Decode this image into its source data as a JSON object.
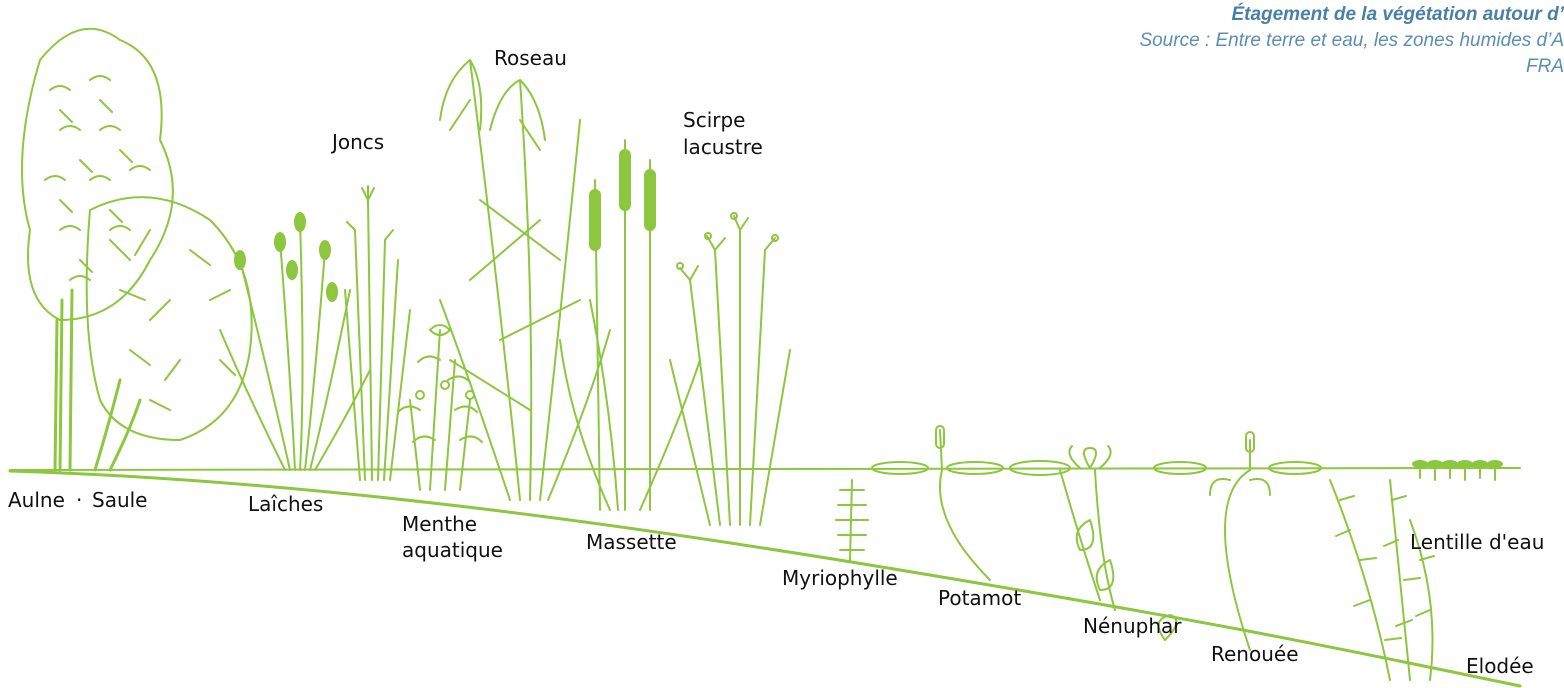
{
  "header": {
    "title": "Étagement de la végétation autour d’",
    "source": "Source : Entre terre et eau, les zones humides d’A",
    "org": "FRA"
  },
  "colors": {
    "plant": "#8dc63f",
    "plant_dark": "#6fae2a",
    "ground": "#8dc63f",
    "label": "#111111",
    "header": "#4a7fa8"
  },
  "labels": {
    "aulne": "Aulne",
    "dot": "·",
    "saule": "Saule",
    "laiches": "Laîches",
    "joncs": "Joncs",
    "menthe_1": "Menthe",
    "menthe_2": "aquatique",
    "roseau": "Roseau",
    "massette": "Massette",
    "scirpe_1": "Scirpe",
    "scirpe_2": "lacustre",
    "myriophylle": "Myriophylle",
    "potamot": "Potamot",
    "nenuphar": "Nénuphar",
    "renouee": "Renouée",
    "lentille": "Lentille d'eau",
    "elodee": "Elodée"
  }
}
